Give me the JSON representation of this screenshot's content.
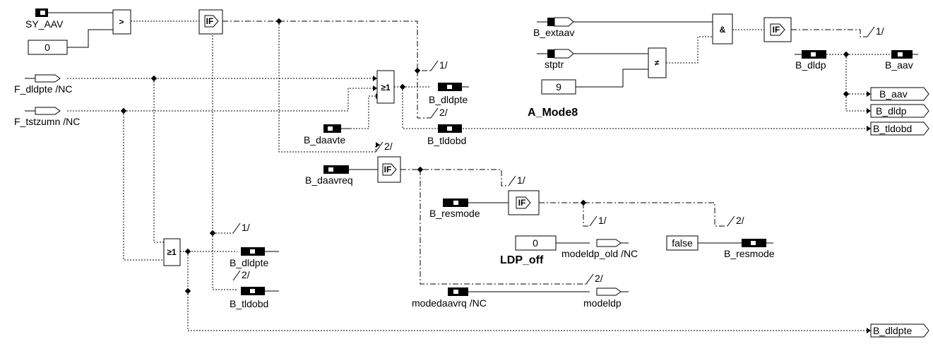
{
  "diagram": {
    "inputs": {
      "sy_aav": "SY_AAV",
      "const_zero": "0",
      "f_dldpte": "F_dldpte /NC",
      "f_tstzumn": "F_tstzumn /NC",
      "b_daavte": "B_daavte",
      "b_daavreq": "B_daavreq",
      "b_extaav": "B_extaav",
      "stptr": "stptr",
      "const_nine": "9",
      "b_resmode_in": "B_resmode",
      "b_dldp_in": "B_dldp",
      "modedaavrq": "modedaavrq /NC",
      "const_zero_ldp": "0",
      "const_false": "false"
    },
    "outputs": {
      "b_dldpte_1": "B_dldpte",
      "b_tldobd_1": "B_tldobd",
      "b_dldpte_2": "B_dldpte",
      "b_tldobd_2": "B_tldobd",
      "b_aav_1": "B_aav",
      "b_aav_2": "B_aav",
      "b_dldp_2": "B_dldp",
      "b_tldobd_3": "B_tldobd",
      "b_dldpte_3": "B_dldpte",
      "modeldp_old": "modeldp_old /NC",
      "b_resmode_out": "B_resmode",
      "modeldp": "modeldp"
    },
    "operators": {
      "gt": ">",
      "if": "IF",
      "or": "≥1",
      "and": "&",
      "ne": "≠"
    },
    "branch_labels": {
      "one": "1/",
      "two": "2/"
    },
    "section_labels": {
      "mode8": "A_Mode8",
      "ldp_off": "LDP_off"
    }
  }
}
